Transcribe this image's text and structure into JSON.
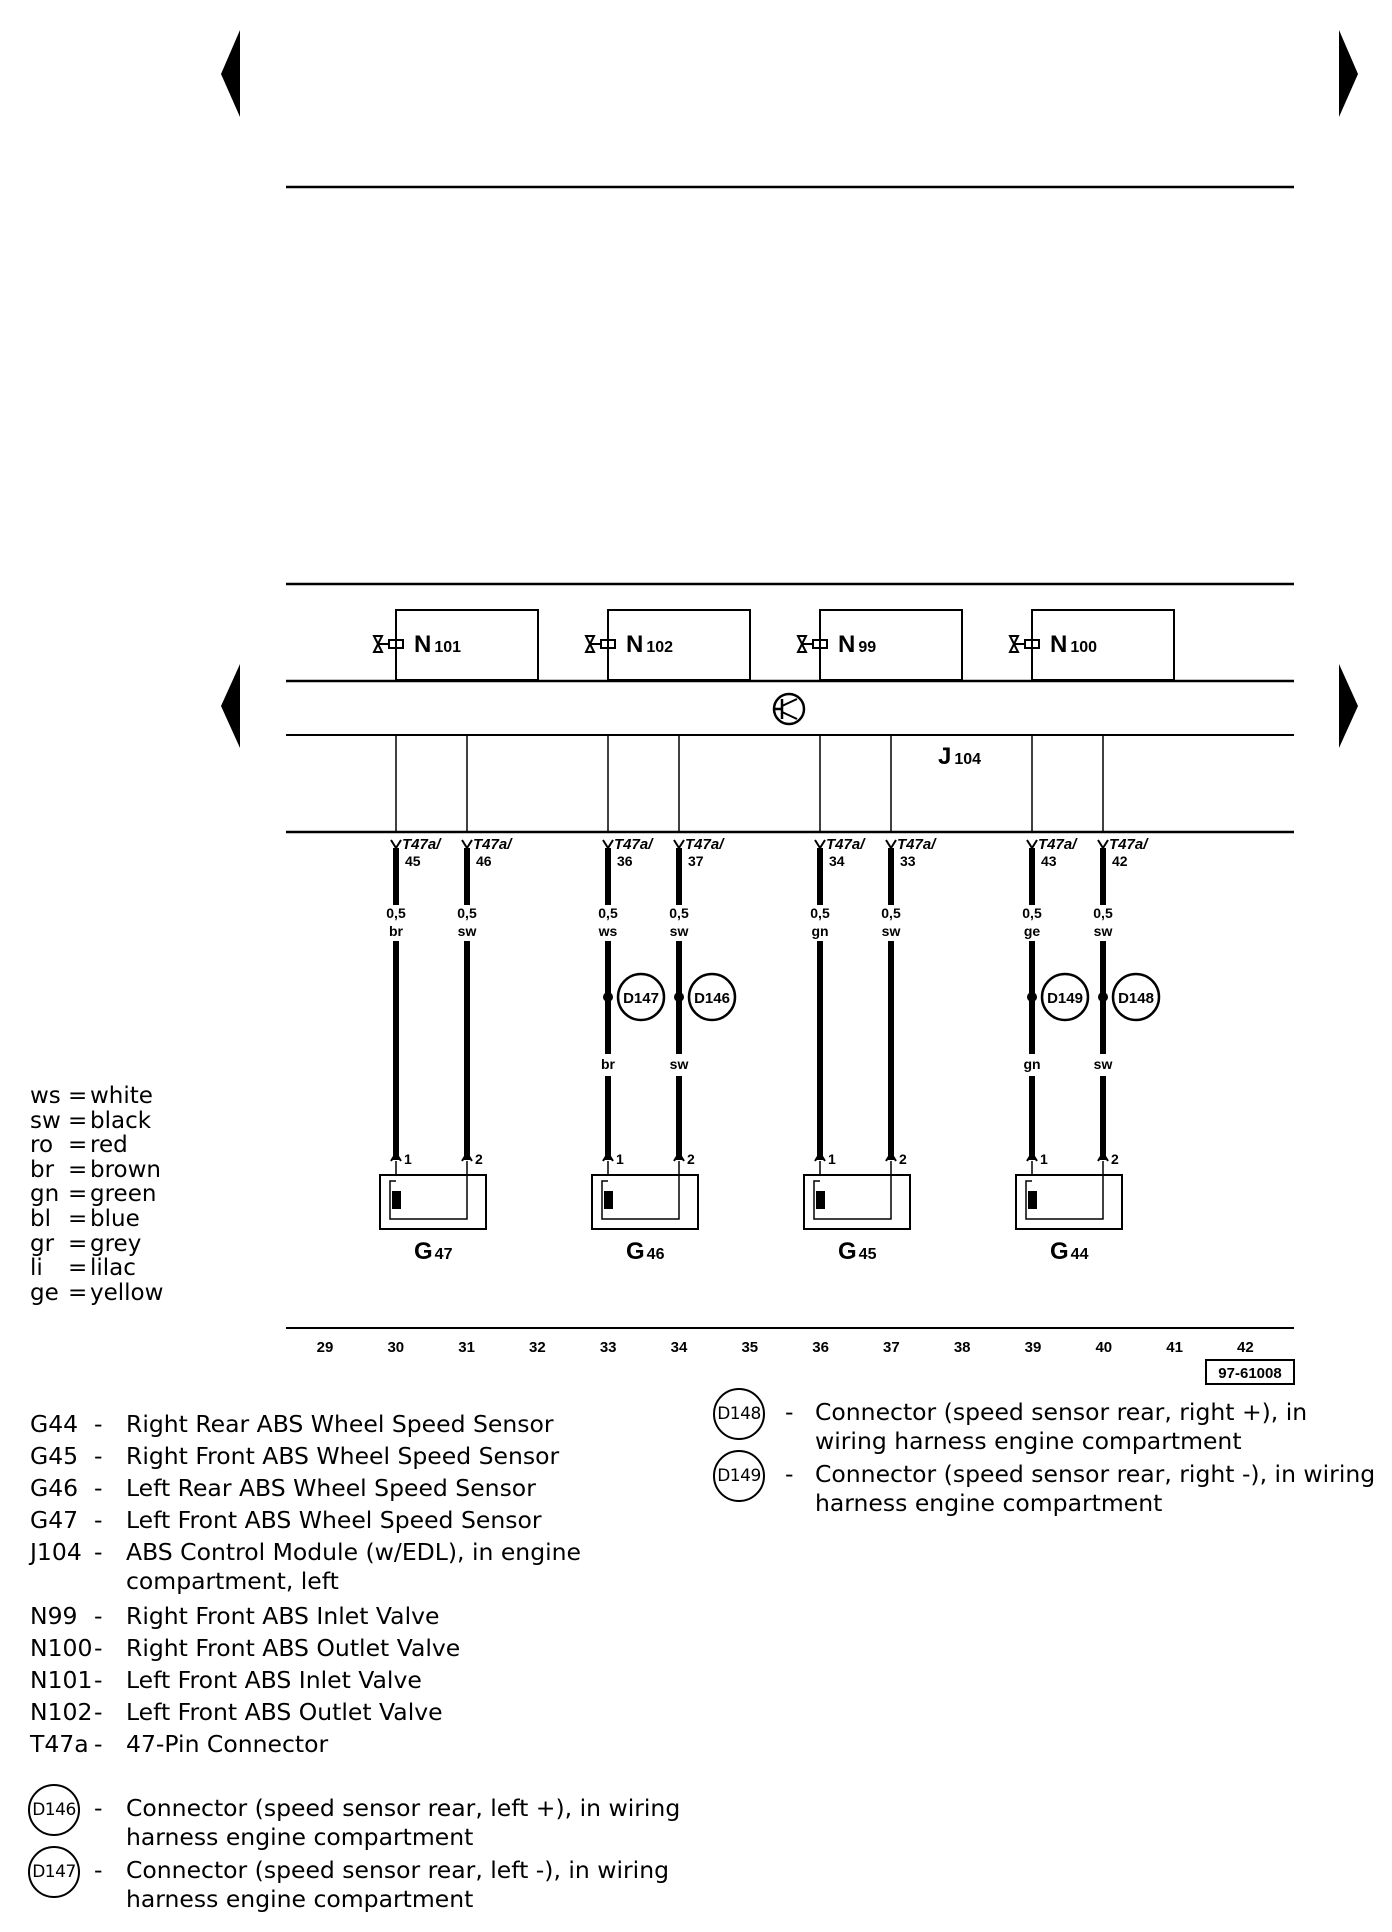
{
  "module": {
    "label": "J",
    "sub": "104"
  },
  "valves": [
    {
      "label": "N",
      "sub": "101"
    },
    {
      "label": "N",
      "sub": "102"
    },
    {
      "label": "N",
      "sub": "99"
    },
    {
      "label": "N",
      "sub": "100"
    }
  ],
  "wires": [
    {
      "conn": "T47a/",
      "pin": "45",
      "size": "0,5",
      "color_top": "br",
      "color_bottom": "",
      "splice": "",
      "sensor_pin": "1"
    },
    {
      "conn": "T47a/",
      "pin": "46",
      "size": "0,5",
      "color_top": "sw",
      "color_bottom": "",
      "splice": "",
      "sensor_pin": "2"
    },
    {
      "conn": "T47a/",
      "pin": "36",
      "size": "0,5",
      "color_top": "ws",
      "color_bottom": "br",
      "splice": "D147",
      "sensor_pin": "1"
    },
    {
      "conn": "T47a/",
      "pin": "37",
      "size": "0,5",
      "color_top": "sw",
      "color_bottom": "sw",
      "splice": "D146",
      "sensor_pin": "2"
    },
    {
      "conn": "T47a/",
      "pin": "34",
      "size": "0,5",
      "color_top": "gn",
      "color_bottom": "",
      "splice": "",
      "sensor_pin": "1"
    },
    {
      "conn": "T47a/",
      "pin": "33",
      "size": "0,5",
      "color_top": "sw",
      "color_bottom": "",
      "splice": "",
      "sensor_pin": "2"
    },
    {
      "conn": "T47a/",
      "pin": "43",
      "size": "0,5",
      "color_top": "ge",
      "color_bottom": "gn",
      "splice": "D149",
      "sensor_pin": "1"
    },
    {
      "conn": "T47a/",
      "pin": "42",
      "size": "0,5",
      "color_top": "sw",
      "color_bottom": "sw",
      "splice": "D148",
      "sensor_pin": "2"
    }
  ],
  "sensors": [
    {
      "label": "G",
      "sub": "47"
    },
    {
      "label": "G",
      "sub": "46"
    },
    {
      "label": "G",
      "sub": "45"
    },
    {
      "label": "G",
      "sub": "44"
    }
  ],
  "track_numbers": [
    "29",
    "30",
    "31",
    "32",
    "33",
    "34",
    "35",
    "36",
    "37",
    "38",
    "39",
    "40",
    "41",
    "42"
  ],
  "figure_id": "97-61008",
  "color_codes": [
    {
      "code": "ws",
      "name": "white"
    },
    {
      "code": "sw",
      "name": "black"
    },
    {
      "code": "ro",
      "name": "red"
    },
    {
      "code": "br",
      "name": "brown"
    },
    {
      "code": "gn",
      "name": "green"
    },
    {
      "code": "bl",
      "name": "blue"
    },
    {
      "code": "gr",
      "name": "grey"
    },
    {
      "code": "li",
      "name": "lilac"
    },
    {
      "code": "ge",
      "name": "yellow"
    }
  ],
  "legend": [
    {
      "code": "G44",
      "desc": "Right Rear ABS Wheel Speed Sensor",
      "desc2": ""
    },
    {
      "code": "G45",
      "desc": "Right Front ABS Wheel Speed Sensor",
      "desc2": ""
    },
    {
      "code": "G46",
      "desc": "Left Rear ABS Wheel Speed Sensor",
      "desc2": ""
    },
    {
      "code": "G47",
      "desc": "Left Front ABS Wheel Speed Sensor",
      "desc2": ""
    },
    {
      "code": "J104",
      "desc": "ABS Control Module (w/EDL), in engine",
      "desc2": "compartment, left"
    },
    {
      "code": "N99",
      "desc": "Right Front ABS Inlet Valve",
      "desc2": ""
    },
    {
      "code": "N100",
      "desc": "Right Front ABS Outlet Valve",
      "desc2": ""
    },
    {
      "code": "N101",
      "desc": "Left Front ABS Inlet Valve",
      "desc2": ""
    },
    {
      "code": "N102",
      "desc": "Left Front ABS Outlet Valve",
      "desc2": ""
    },
    {
      "code": "T47a",
      "desc": "47-Pin Connector",
      "desc2": ""
    }
  ],
  "legend_connectors_left": [
    {
      "code": "D146",
      "desc": "Connector (speed sensor rear, left +), in wiring",
      "desc2": "harness engine compartment"
    },
    {
      "code": "D147",
      "desc": "Connector (speed sensor rear, left -), in wiring",
      "desc2": "harness engine compartment"
    }
  ],
  "legend_connectors_right": [
    {
      "code": "D148",
      "desc": "Connector (speed sensor rear, right +), in",
      "desc2": "wiring harness engine compartment"
    },
    {
      "code": "D149",
      "desc": "Connector (speed sensor rear, right -), in wiring",
      "desc2": "harness engine compartment"
    }
  ],
  "dash": "-"
}
